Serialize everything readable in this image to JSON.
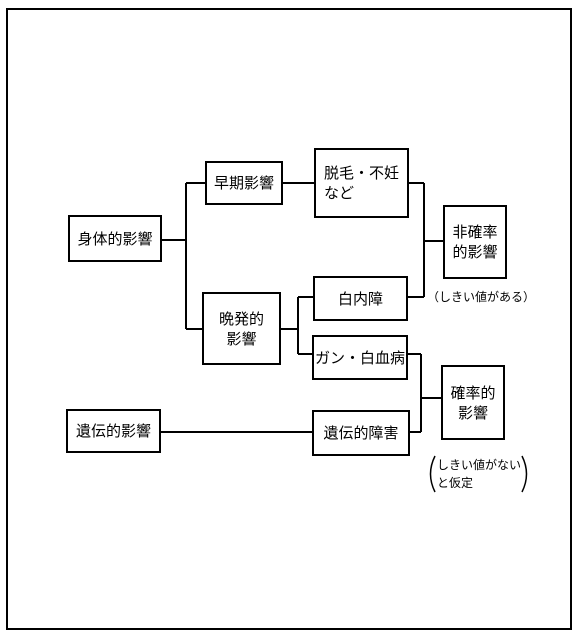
{
  "boxes": {
    "shintai": "身体的影響",
    "souki": "早期影響",
    "banpatsu_1": "晩発的",
    "banpatsu_2": "影響",
    "datsumou_1": "脱毛・不妊",
    "datsumou_2": "など",
    "hakunaisho": "白内障",
    "gan": "ガン・白血病",
    "iden": "遺伝的影響",
    "iden_shogai": "遺伝的障害",
    "hikakuritsu_1": "非確率",
    "hikakuritsu_2": "的影響",
    "kakuritsu_1": "確率的",
    "kakuritsu_2": "影響"
  },
  "notes": {
    "threshold": "（しきい値がある）",
    "no_threshold_1": "しきい値がない",
    "no_threshold_2": "と仮定"
  }
}
